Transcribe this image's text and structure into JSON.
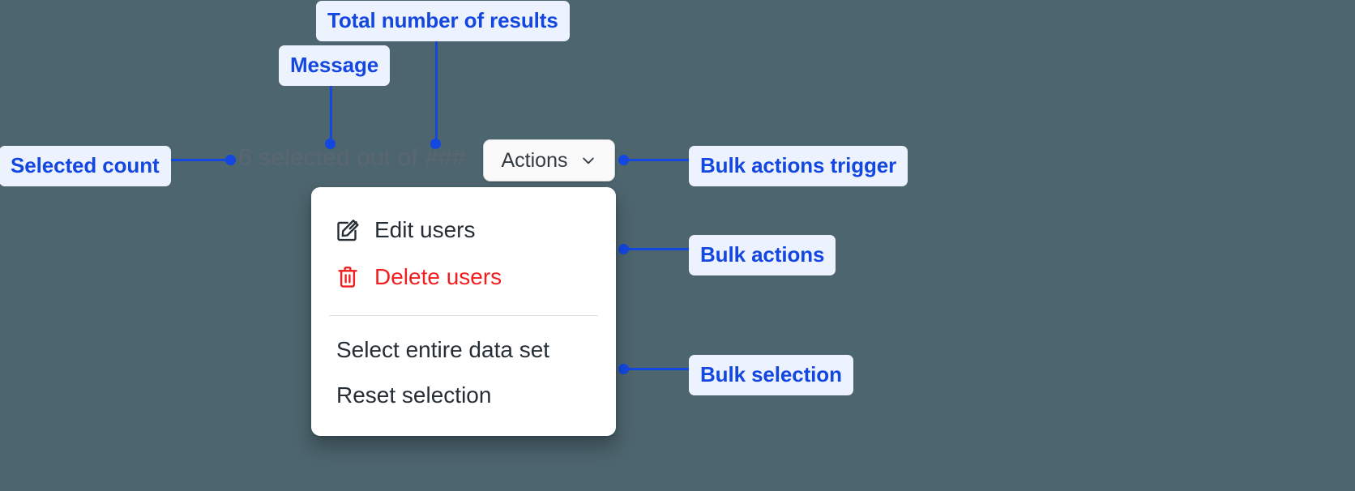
{
  "canvas": {
    "background_color": "#4d656e",
    "accent_color": "#1347e0",
    "badge_background_color": "#edf3fe",
    "danger_color": "#f01e1e"
  },
  "selection_bar": {
    "message": "6 selected out of ###",
    "selected_count": "6",
    "total_results_placeholder": "###",
    "actions_button": {
      "label": "Actions",
      "chevron_icon": "chevron-down-icon"
    }
  },
  "menu": {
    "bulk_actions": [
      {
        "label": "Edit users",
        "icon": "edit-pencil-icon",
        "danger": false
      },
      {
        "label": "Delete users",
        "icon": "trash-icon",
        "danger": true
      }
    ],
    "bulk_selection": [
      {
        "label": "Select entire data set"
      },
      {
        "label": "Reset selection"
      }
    ]
  },
  "annotations": [
    {
      "id": "total-results",
      "label": "Total number of results"
    },
    {
      "id": "message",
      "label": "Message"
    },
    {
      "id": "selected-count",
      "label": "Selected count"
    },
    {
      "id": "bulk-actions-trigger",
      "label": "Bulk actions trigger"
    },
    {
      "id": "bulk-actions",
      "label": "Bulk actions"
    },
    {
      "id": "bulk-selection",
      "label": "Bulk selection"
    }
  ]
}
